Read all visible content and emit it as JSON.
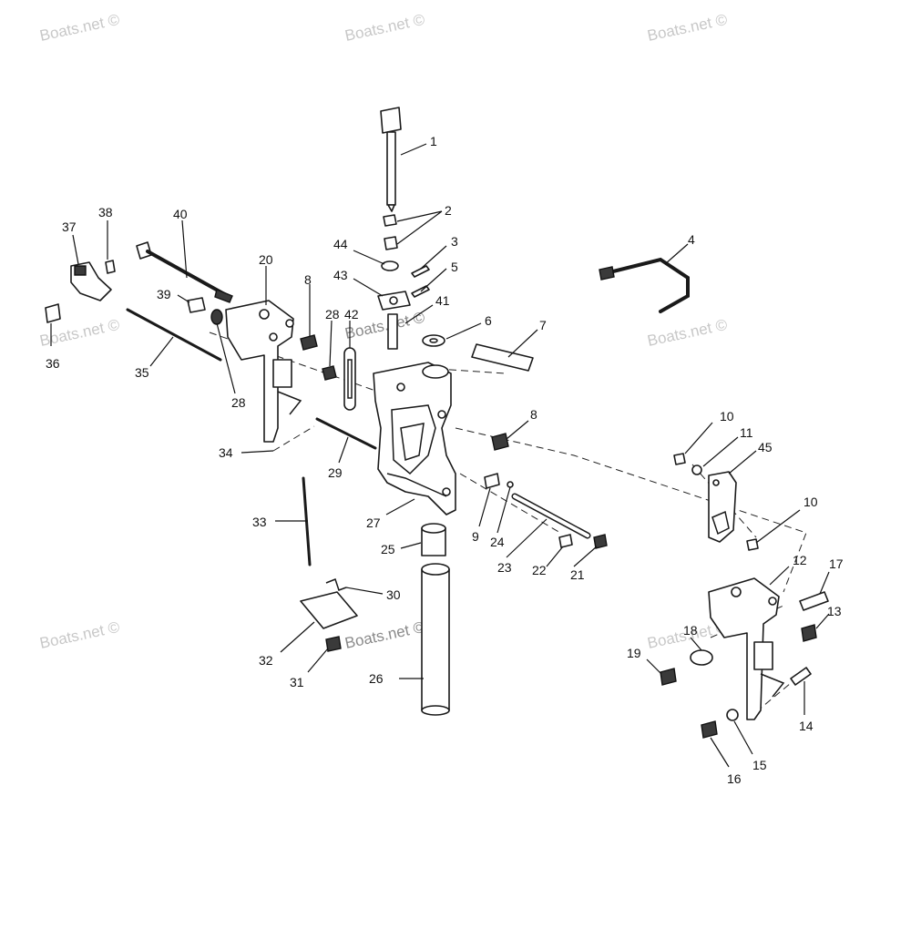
{
  "watermark": {
    "text": "Boats.net ©",
    "color": "#c8c8c8"
  },
  "callouts": [
    "1",
    "2",
    "3",
    "4",
    "5",
    "6",
    "7",
    "8",
    "8",
    "9",
    "10",
    "10",
    "11",
    "12",
    "13",
    "14",
    "15",
    "16",
    "17",
    "18",
    "19",
    "20",
    "21",
    "22",
    "23",
    "24",
    "25",
    "26",
    "27",
    "28",
    "28",
    "29",
    "30",
    "31",
    "32",
    "33",
    "34",
    "35",
    "36",
    "37",
    "38",
    "39",
    "40",
    "41",
    "42",
    "43",
    "44",
    "45"
  ],
  "colors": {
    "line": "#1a1a1a",
    "background": "#ffffff"
  }
}
